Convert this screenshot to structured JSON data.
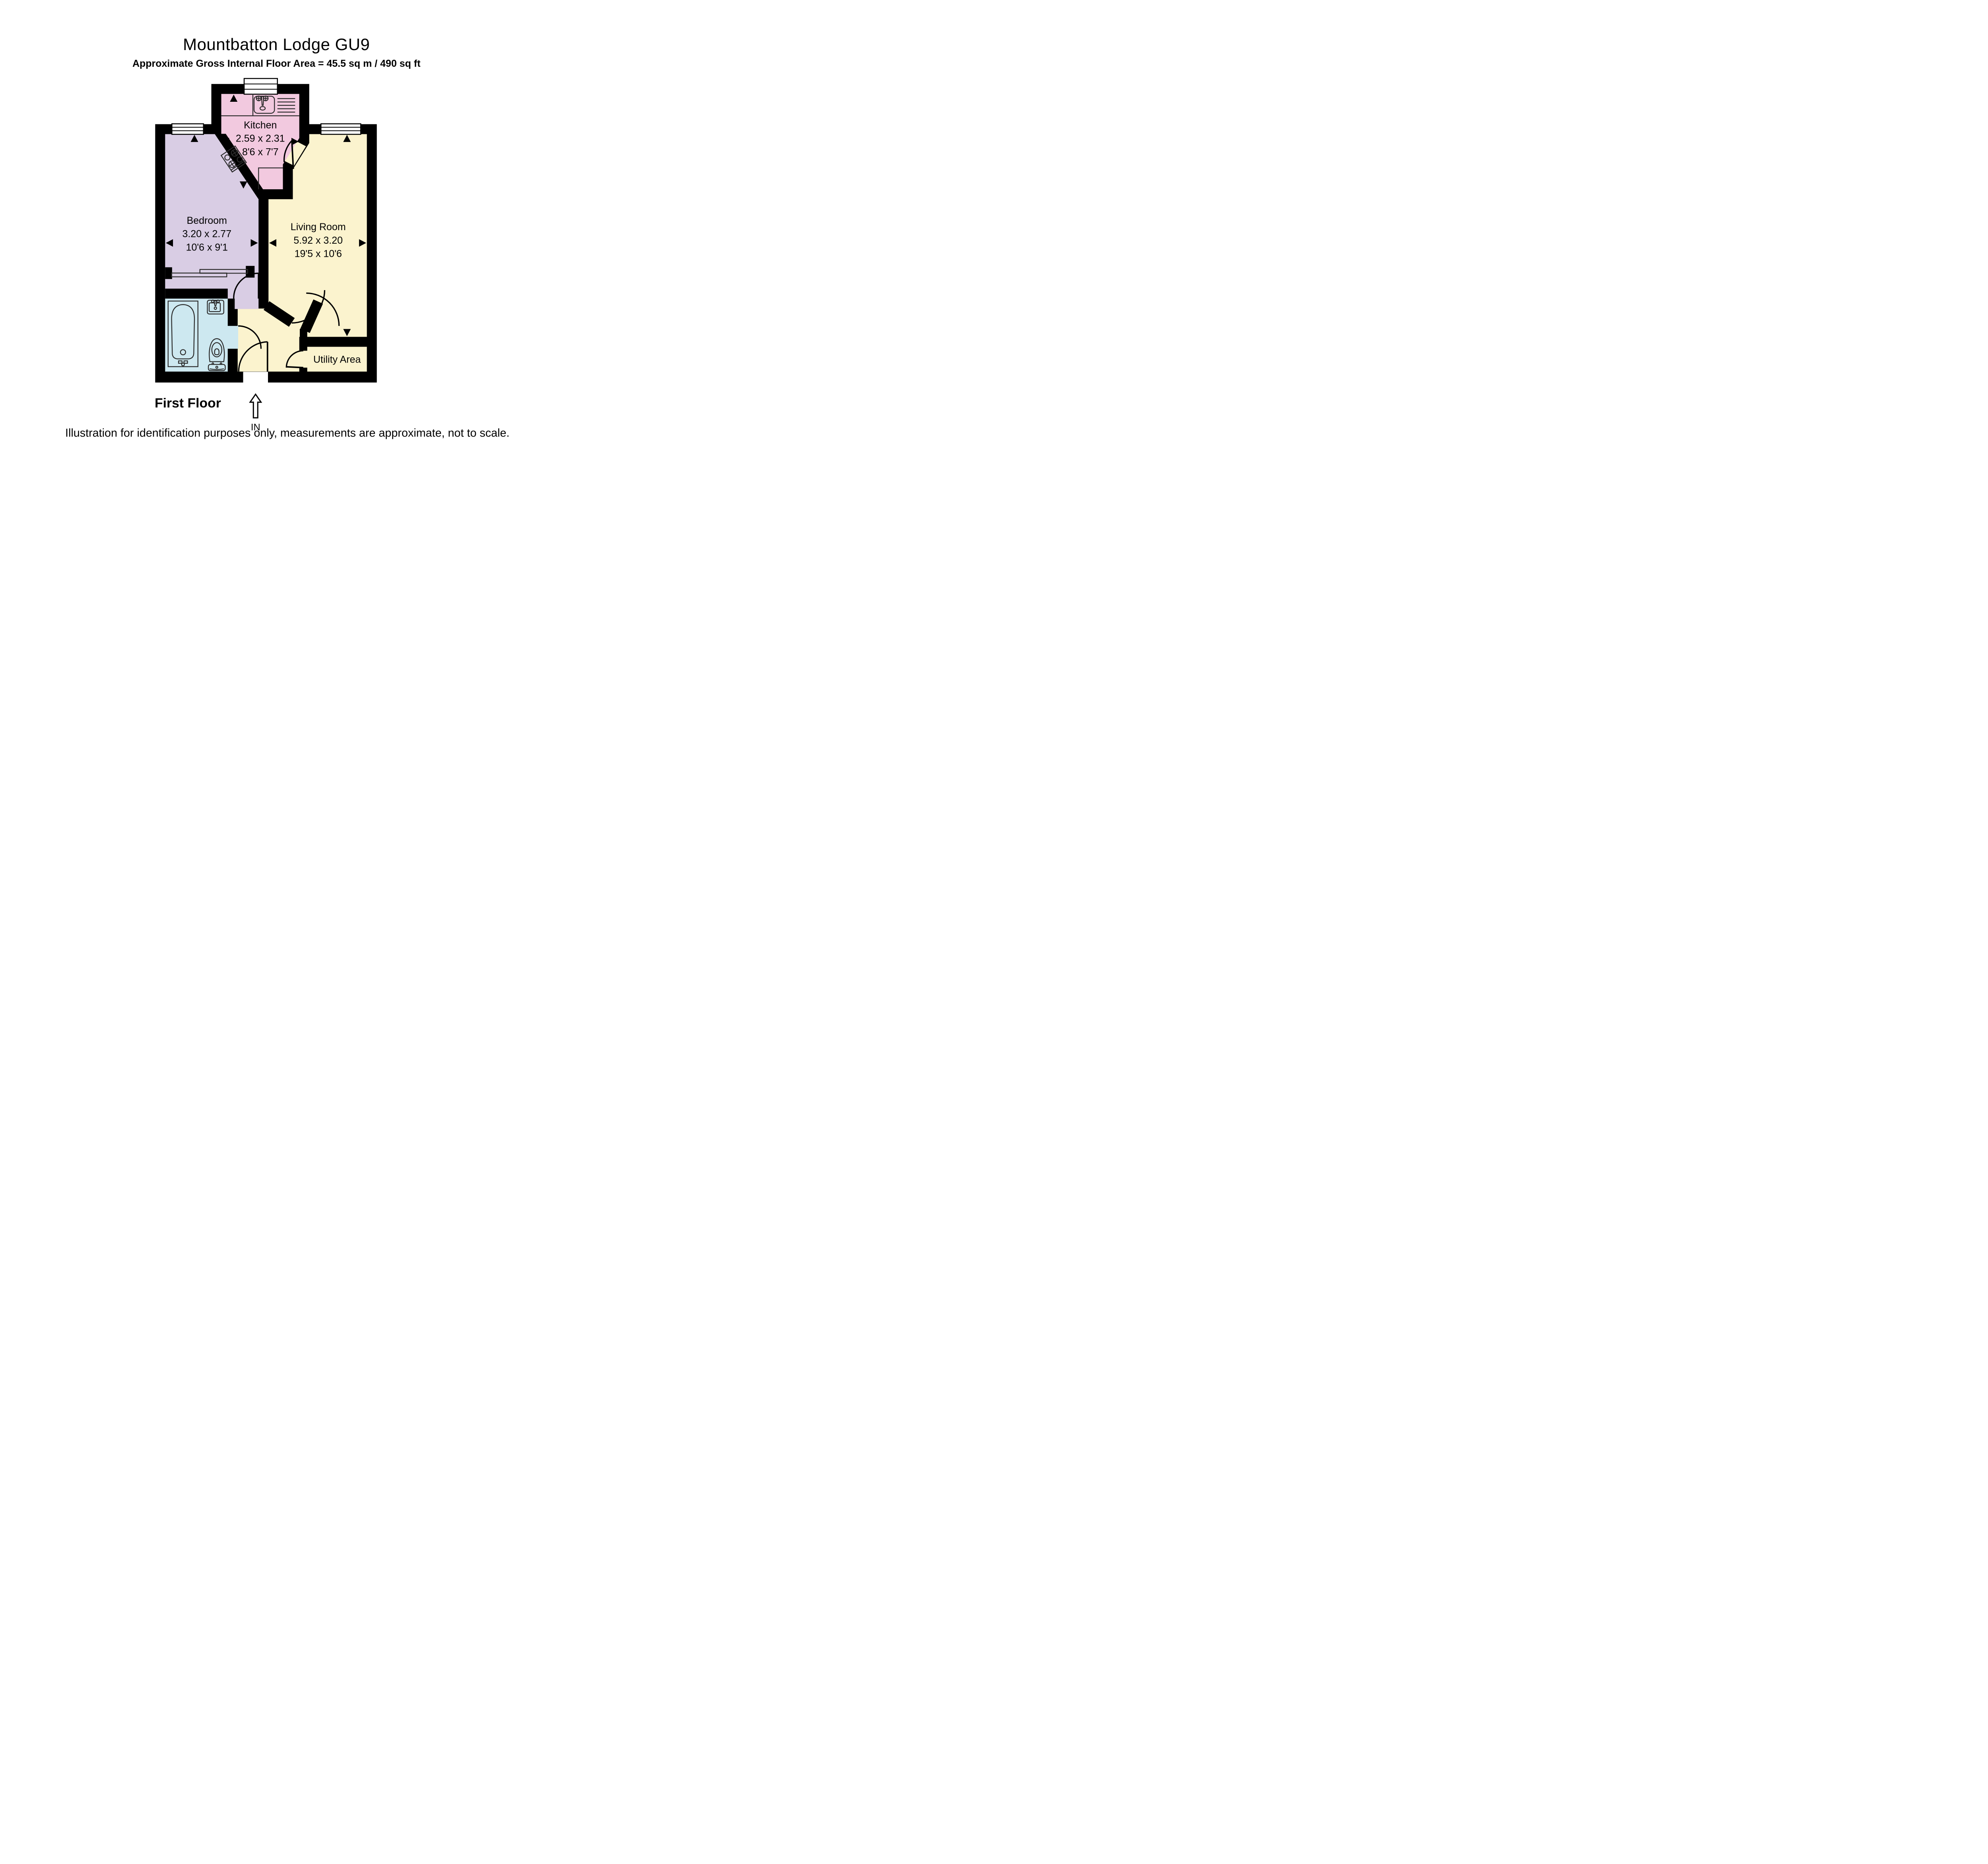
{
  "title": "Mountbatton Lodge GU9",
  "subtitle": "Approximate Gross Internal Floor Area  = 45.5 sq m  / 490 sq ft",
  "floor_label": "First Floor",
  "entrance_label": "IN",
  "disclaimer": "Illustration for identification purposes only, measurements are approximate, not to scale.",
  "rooms": {
    "kitchen": {
      "name": "Kitchen",
      "metric": "2.59 x 2.31",
      "imperial": "8'6 x 7'7"
    },
    "bedroom": {
      "name": "Bedroom",
      "metric": "3.20 x 2.77",
      "imperial": "10'6 x 9'1"
    },
    "living_room": {
      "name": "Living Room",
      "metric": "5.92 x 3.20",
      "imperial": "19'5 x 10'6"
    },
    "utility": {
      "name": "Utility Area"
    }
  },
  "colors": {
    "kitchen": "#f2c9df",
    "bedroom": "#d9cde4",
    "living_room": "#fbf3ce",
    "bathroom": "#cde8f0",
    "walls": "#000000",
    "background": "#ffffff"
  }
}
